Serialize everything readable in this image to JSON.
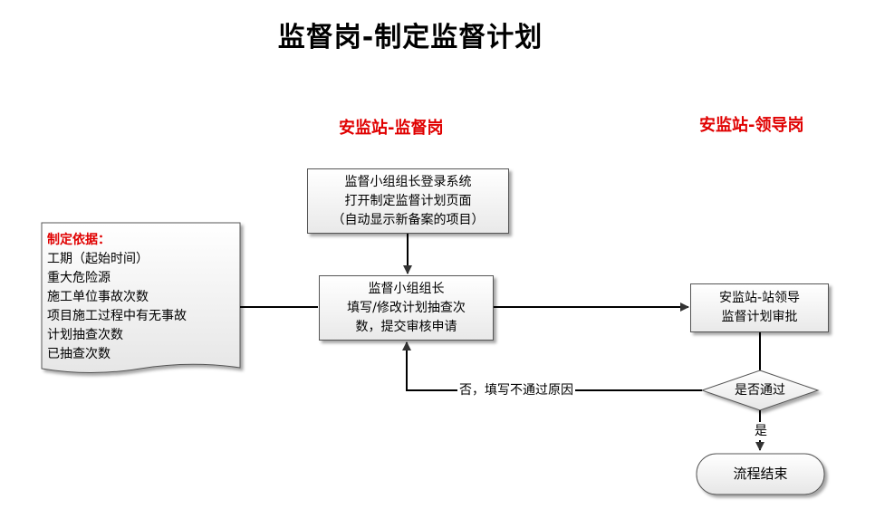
{
  "title": "监督岗-制定监督计划",
  "lanes": {
    "left": "安监站-监督岗",
    "right": "安监站-领导岗"
  },
  "nodes": {
    "login": [
      "监督小组组长登录系统",
      "打开制定监督计划页面",
      "（自动显示新备案的项目）"
    ],
    "fill": [
      "监督小组组长",
      "填写/修改计划抽查次",
      "数，提交审核申请"
    ],
    "approve": [
      "安监站-站领导",
      "监督计划审批"
    ],
    "decision": "是否通过",
    "end": "流程结束"
  },
  "document": {
    "heading": "制定依据：",
    "lines": [
      "工期（起始时间）",
      "重大危险源",
      "施工单位事故次数",
      "项目施工过程中有无事故",
      "计划抽查次数",
      "已抽查次数"
    ]
  },
  "edges": {
    "reject": "否，填写不通过原因",
    "accept": "是"
  },
  "colors": {
    "lane_label": "#e00000",
    "box_fill_top": "#ffffff",
    "box_fill_bottom": "#e9e9e9",
    "line": "#000000"
  }
}
